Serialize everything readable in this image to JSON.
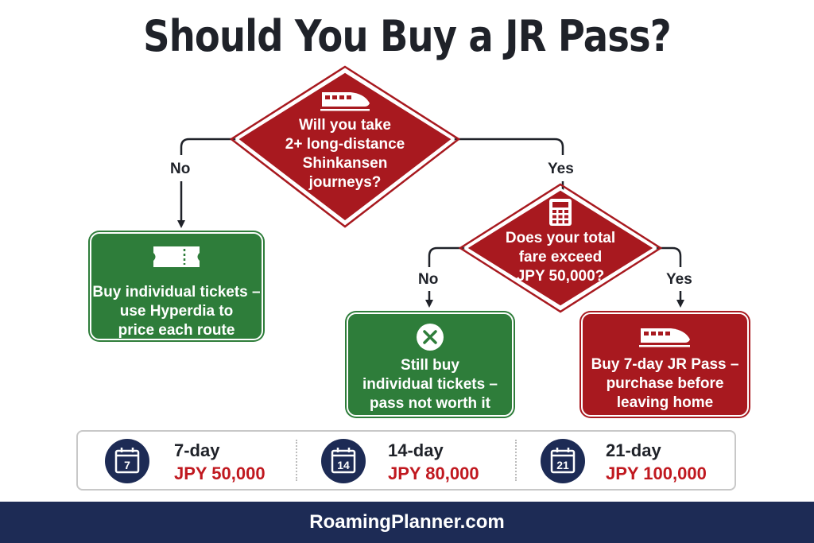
{
  "title": "Should You Buy a JR Pass?",
  "decisions": {
    "q1": {
      "line1": "Will you take",
      "line2": "2+ long-distance",
      "line3": "Shinkansen",
      "line4": "journeys?",
      "icon": "train-icon"
    },
    "q2": {
      "line1": "Does your total",
      "line2": "fare exceed",
      "line3": "JPY 50,000?",
      "icon": "calculator-icon"
    }
  },
  "branches": {
    "q1_no": "No",
    "q1_yes": "Yes",
    "q2_no": "No",
    "q2_yes": "Yes"
  },
  "outcomes": {
    "individual": {
      "line1": "Buy individual tickets –",
      "line2": "use Hyperdia to",
      "line3": "price each route",
      "icon": "ticket-icon"
    },
    "not_worth": {
      "line1": "Still buy",
      "line2": "individual tickets –",
      "line3": "pass not worth it",
      "icon": "x-circle-icon"
    },
    "buy_pass": {
      "line1": "Buy 7-day JR Pass –",
      "line2": "purchase before",
      "line3": "leaving home",
      "icon": "train-icon"
    }
  },
  "passes": [
    {
      "days": "7",
      "name": "7-day",
      "price": "JPY 50,000"
    },
    {
      "days": "14",
      "name": "14-day",
      "price": "JPY 80,000"
    },
    {
      "days": "21",
      "name": "21-day",
      "price": "JPY 100,000"
    }
  ],
  "footer": "RoamingPlanner.com",
  "colors": {
    "red": "#a8191f",
    "green": "#2e7d3a",
    "navy": "#1d2b55",
    "price": "#c0181f"
  }
}
